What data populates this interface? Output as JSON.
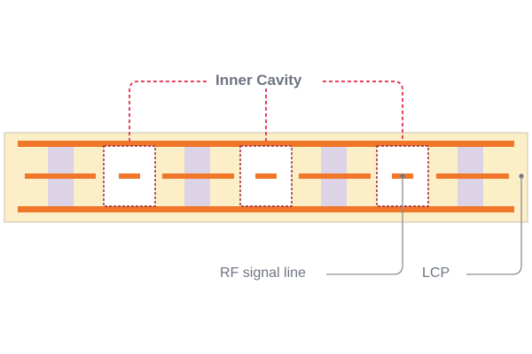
{
  "labels": {
    "inner_cavity": "Inner Cavity",
    "rf_signal_line": "RF signal line",
    "lcp": "LCP"
  },
  "colors": {
    "substrate": "#fcefc8",
    "substrate_border": "#c8c2b0",
    "conductor": "#f0762a",
    "conductor_dark": "#b8531a",
    "via": "#dcd3e6",
    "cavity_fill": "#ffffff",
    "cavity_border": "#9b2a3a",
    "callout_dashed": "#e5435e",
    "leader": "#8a8f96",
    "label_text": "#6e7580"
  }
}
